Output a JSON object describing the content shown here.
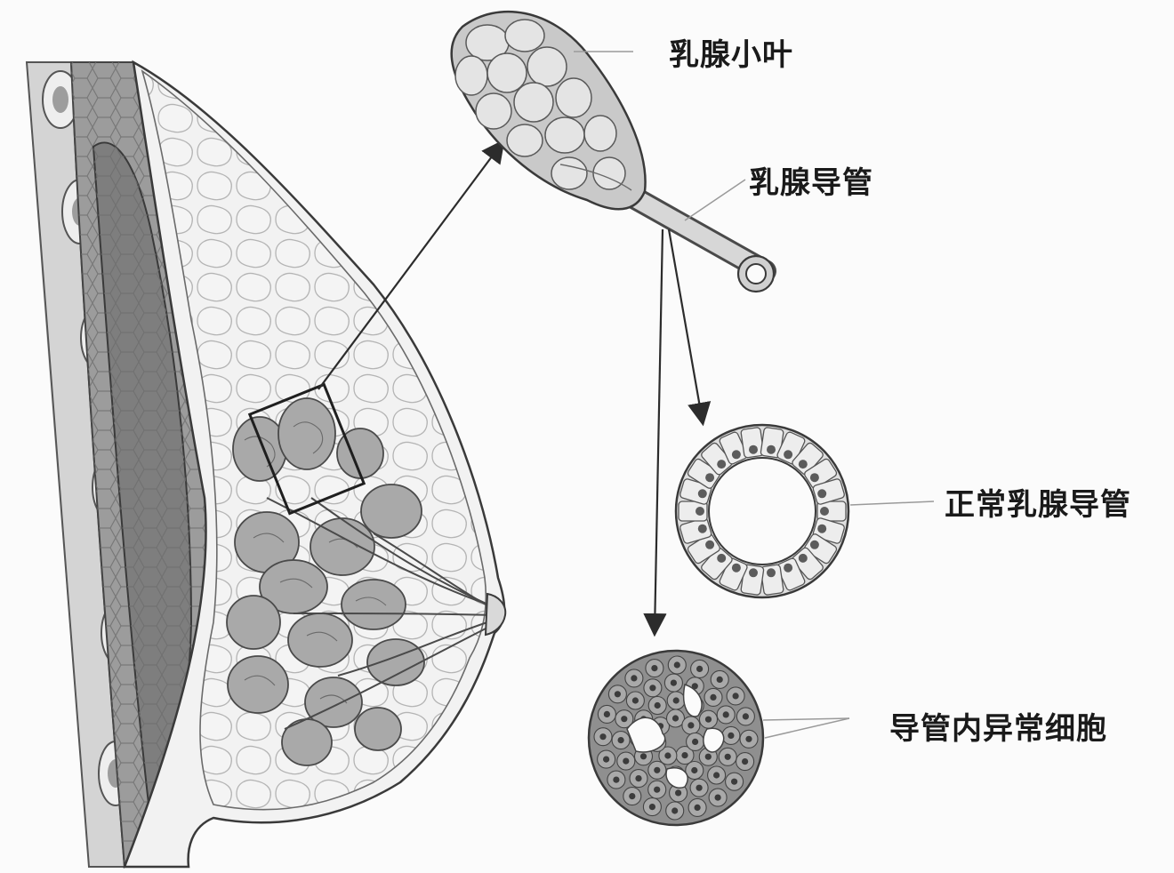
{
  "labels": {
    "lobule": "乳腺小叶",
    "duct": "乳腺导管",
    "normal_duct": "正常乳腺导管",
    "abnormal_cells": "导管内异常细胞"
  },
  "colors": {
    "background": "#fbfbfb",
    "line": "#3a3a3a",
    "tissue_light": "#e6e6e6",
    "tissue_mid": "#b9b9b9",
    "tissue_dark": "#8a8a8a",
    "muscle": "#9a9a9a",
    "cell_nucleus": "#5c5c5c"
  }
}
